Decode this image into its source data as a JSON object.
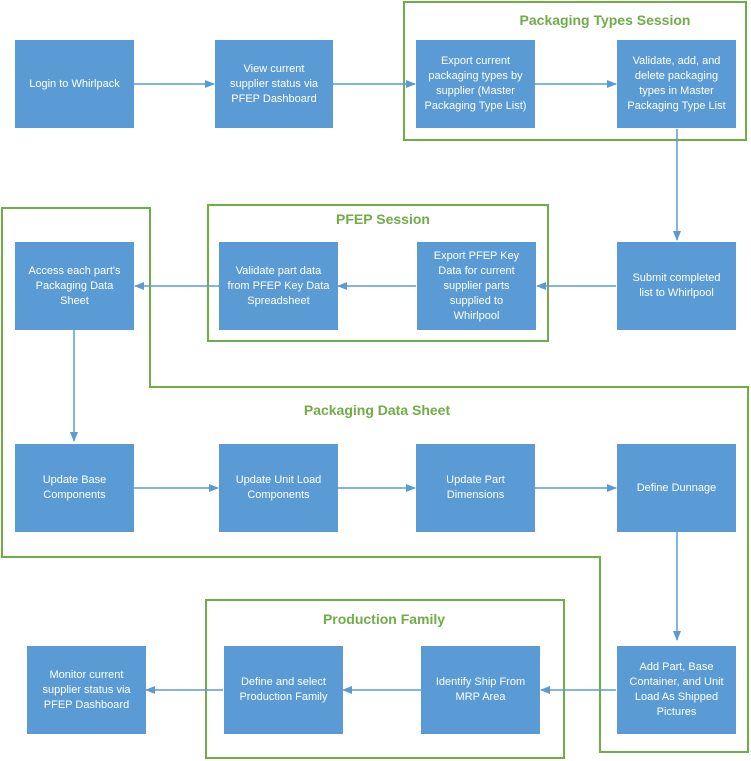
{
  "groups": {
    "packaging_types": "Packaging Types Session",
    "pfep": "PFEP Session",
    "packaging_data_sheet": "Packaging Data Sheet",
    "production_family": "Production Family"
  },
  "steps": {
    "login": "Login to Whirlpack",
    "view_status": "View current\nsupplier status via\nPFEP Dashboard",
    "export_types": "Export current\npackaging types by\nsupplier (Master\nPackaging Type List)",
    "validate_types": "Validate, add, and\ndelete packaging\ntypes in Master\nPackaging Type List",
    "submit_list": "Submit completed\nlist to Whirlpool",
    "export_pfep": "Export PFEP Key\nData for current\nsupplier parts\nsupplied to\nWhirlpool",
    "validate_part": "Validate part data\nfrom PFEP Key Data\nSpreadsheet",
    "access_sheet": "Access each part's\nPackaging Data\nSheet",
    "update_base": "Update Base\nComponents",
    "update_unit_load": "Update Unit Load\nComponents",
    "update_dimensions": "Update Part\nDimensions",
    "define_dunnage": "Define Dunnage",
    "add_pictures": "Add Part, Base\nContainer, and Unit\nLoad As Shipped\nPictures",
    "identify_ship": "Identify Ship From\nMRP Area",
    "define_family": "Define and select\nProduction Family",
    "monitor_status": "Monitor current\nsupplier status via\nPFEP Dashboard"
  },
  "colors": {
    "box_fill": "#5b9bd5",
    "box_text": "#ffffff",
    "group_outline": "#70ad47",
    "arrow": "#5b9bd5"
  }
}
